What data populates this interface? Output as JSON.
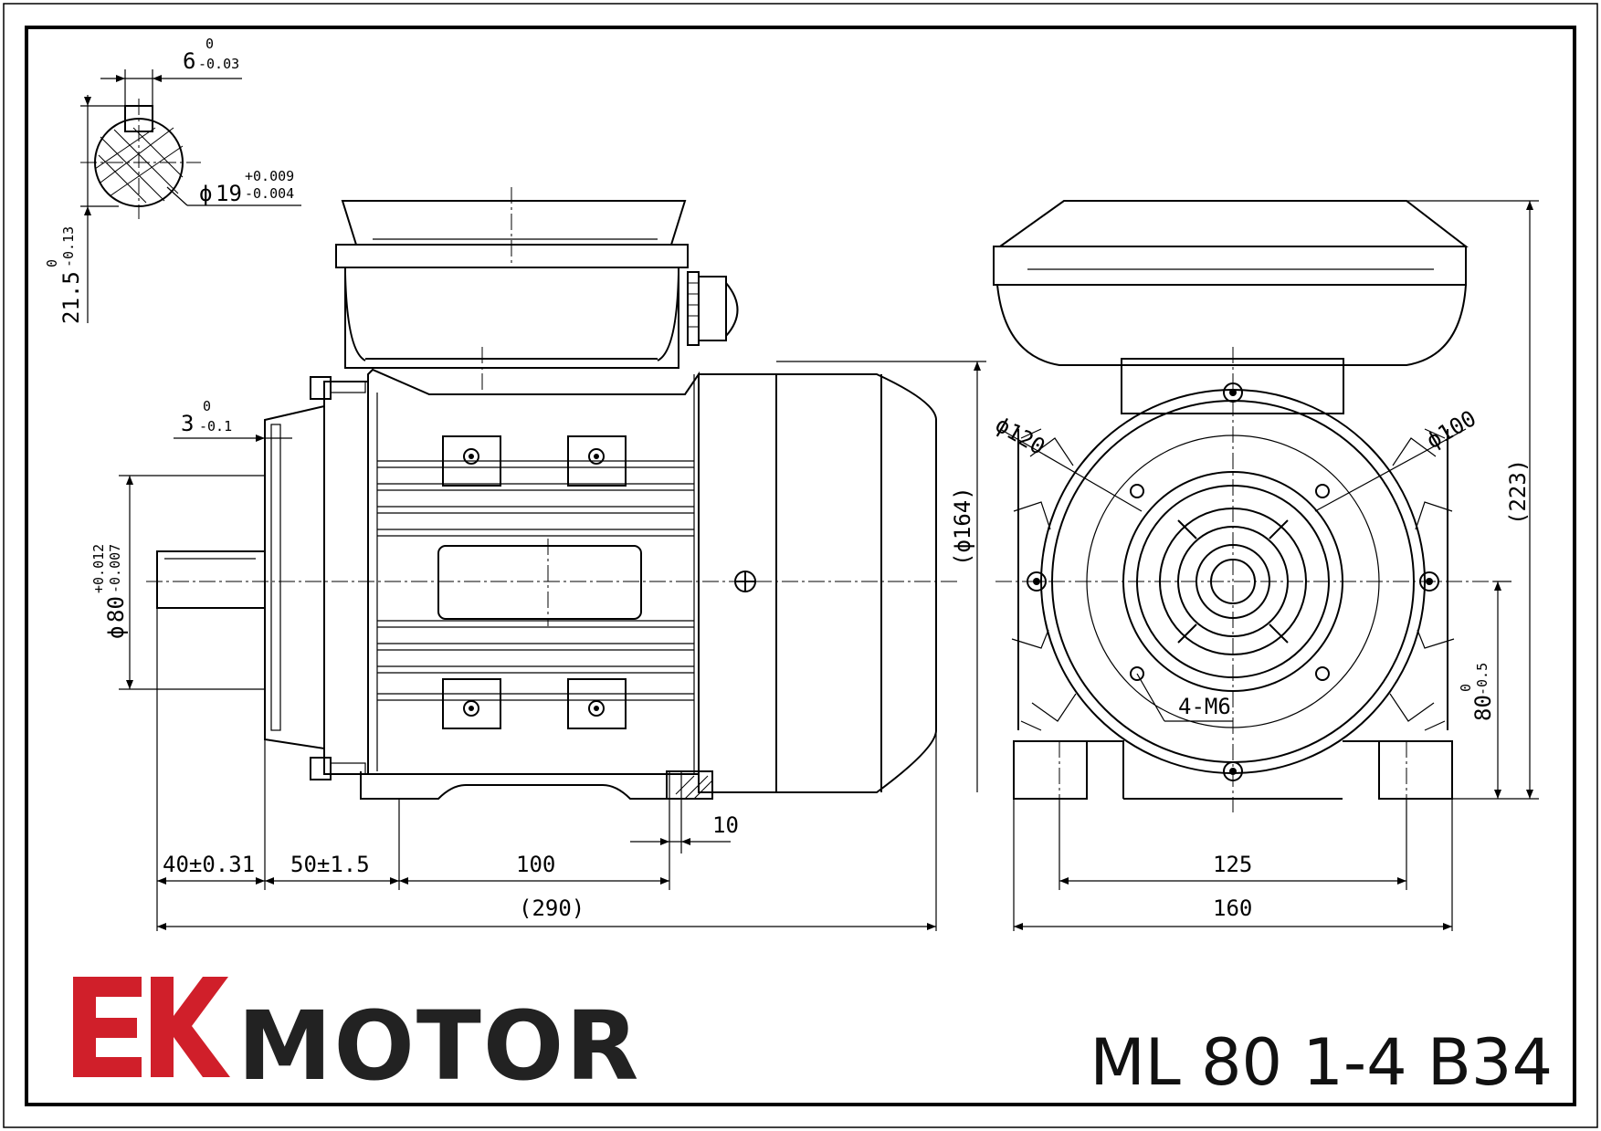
{
  "brand": {
    "logo_mark": "EK",
    "name": "MOTOR",
    "logo_color": "#d01f2a"
  },
  "model": "ML 80 1-4 B34",
  "shaft_detail": {
    "key_width": {
      "nominal": "6",
      "upper": "0",
      "lower": "-0.03"
    },
    "shaft_dia": {
      "prefix": "ϕ",
      "nominal": "19",
      "upper": "+0.009",
      "lower": "-0.004"
    },
    "key_height": {
      "nominal": "21.5",
      "upper": "0",
      "lower": "-0.13"
    }
  },
  "side_view": {
    "flange_step": {
      "nominal": "3",
      "upper": "0",
      "lower": "-0.1"
    },
    "spigot_dia": {
      "prefix": "ϕ",
      "nominal": "80",
      "upper": "+0.012",
      "lower": "-0.007"
    },
    "body_dia": "(ϕ164)",
    "foot_hole": "10",
    "dim_40": "40±0.31",
    "dim_50": "50±1.5",
    "dim_100": "100",
    "overall_length": "(290)"
  },
  "front_view": {
    "pcd_120": "ϕ120",
    "pcd_100": "ϕ100",
    "height": "(223)",
    "holes": "4-M6",
    "shaft_height": {
      "nominal": "80",
      "upper": "0",
      "lower": "-0.5"
    },
    "foot_spacing": "125",
    "foot_width": "160"
  }
}
